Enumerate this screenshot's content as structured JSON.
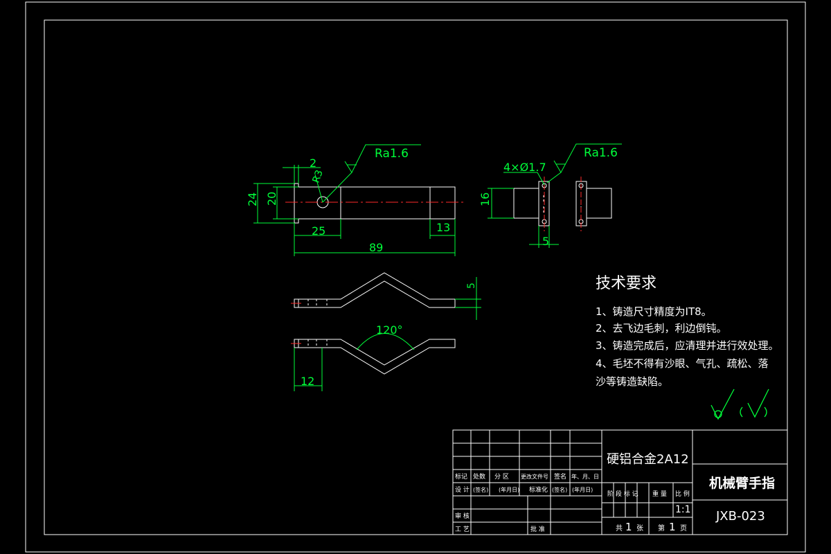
{
  "dimensions": {
    "d2": "2",
    "r3": "R3",
    "d24": "24",
    "d20": "20",
    "d25": "25",
    "d13": "13",
    "d89": "89",
    "d16": "16",
    "d5_top": "5",
    "holes": "4×Ø1.7",
    "d5_side": "5",
    "d120": "120°",
    "d12": "12"
  },
  "roughness": {
    "left": "Ra1.6",
    "right": "Ra1.6"
  },
  "requirements": {
    "title": "技术要求",
    "items": [
      "1、铸造尺寸精度为IT8。",
      "2、去飞边毛刺，利边倒钝。",
      "3、铸造完成后，应清理并进行效处理。",
      "4、毛坯不得有沙眼、气孔、疏松、落",
      "沙等铸造缺陷。"
    ]
  },
  "title_block": {
    "material": "硬铝合金2A12",
    "part_name": "机械臂手指",
    "drawing_no": "JXB-023",
    "scale": "1:1",
    "row_labels": [
      "标记",
      "处数",
      "分 区",
      "更改文件号",
      "签名",
      "年、月、日"
    ],
    "row_design": [
      "设 计",
      "(签名)",
      "(年月日)",
      "标准化",
      "(签名)",
      "(年月日)"
    ],
    "review": "审 核",
    "process": "工 艺",
    "approve": "批 准",
    "stage_headers": [
      "阶 段 标 记",
      "重 量",
      "比 例"
    ],
    "sheets_total_prefix": "共",
    "sheets_total": "1",
    "sheets_total_suffix": "张",
    "sheet_no_prefix": "第",
    "sheet_no": "1",
    "sheet_no_suffix": "页"
  },
  "colors": {
    "background": "#000000",
    "outline": "#ffffff",
    "dimension": "#00ff3a",
    "centerline": "#ff2a2a"
  }
}
